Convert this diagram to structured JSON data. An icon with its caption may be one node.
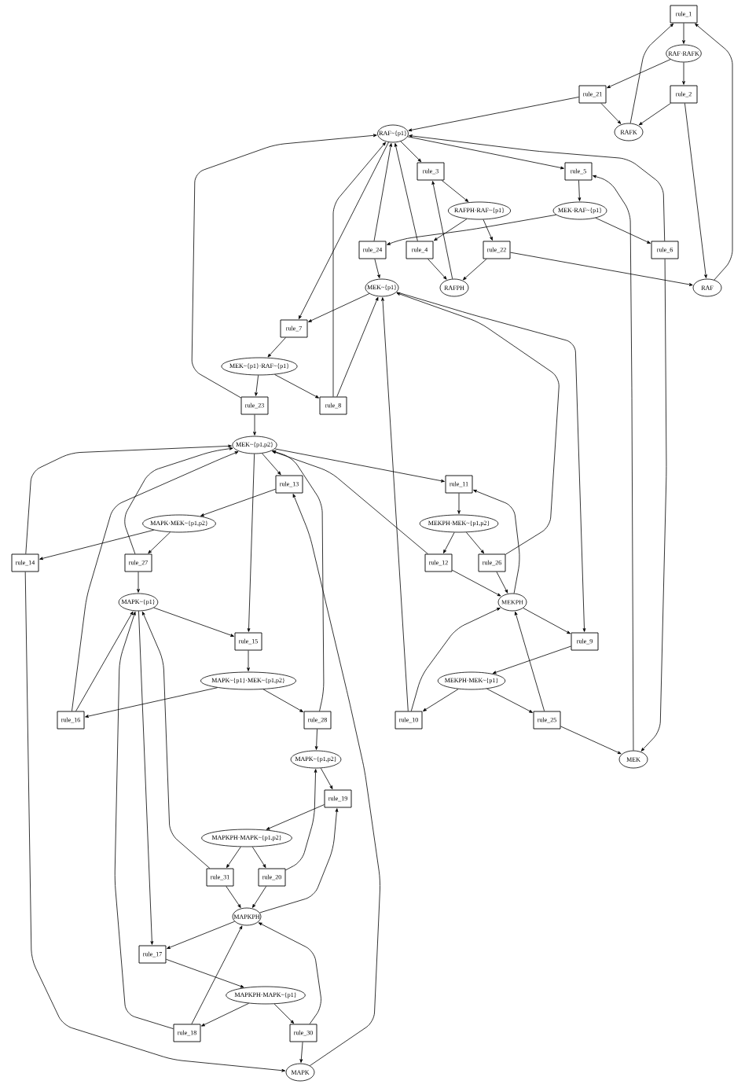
{
  "diagram": {
    "nodes": [
      {
        "text": [
          "rule_1"
        ]
      },
      {
        "text": [
          "RAF·RAFK"
        ]
      },
      {
        "text": [
          "rule_21"
        ]
      },
      {
        "text": [
          "rule_2"
        ]
      },
      {
        "text": [
          "RAF~{p1}"
        ]
      },
      {
        "text": [
          "RAFK"
        ]
      },
      {
        "text": [
          "rule_3"
        ]
      },
      {
        "text": [
          "rule_5"
        ]
      },
      {
        "text": [
          "RAFPH·RAF~{p1}"
        ]
      },
      {
        "text": [
          "MEK·RAF~{p1}"
        ]
      },
      {
        "text": [
          "rule_24"
        ]
      },
      {
        "text": [
          "rule_4"
        ]
      },
      {
        "text": [
          "rule_22"
        ]
      },
      {
        "text": [
          "rule_6"
        ]
      },
      {
        "text": [
          "MEK~{p1}"
        ]
      },
      {
        "text": [
          "RAFPH"
        ]
      },
      {
        "text": [
          "RAF"
        ]
      },
      {
        "text": [
          "rule_7"
        ]
      },
      {
        "text": [
          "MEK~{p1}·RAF~{p1}"
        ]
      },
      {
        "text": [
          "rule_23"
        ]
      },
      {
        "text": [
          "rule_8"
        ]
      },
      {
        "text": [
          "MEK~{p1,p2}"
        ]
      },
      {
        "text": [
          "rule_13"
        ]
      },
      {
        "text": [
          "rule_11"
        ]
      },
      {
        "text": [
          "MAPK·MEK~{p1,p2}"
        ]
      },
      {
        "text": [
          "MEKPH·MEK~{p1,p2}"
        ]
      },
      {
        "text": [
          "rule_14"
        ]
      },
      {
        "text": [
          "rule_27"
        ]
      },
      {
        "text": [
          "rule_12"
        ]
      },
      {
        "text": [
          "rule_26"
        ]
      },
      {
        "text": [
          "MAPK~{p1}"
        ]
      },
      {
        "text": [
          "MEKPH"
        ]
      },
      {
        "text": [
          "rule_15"
        ]
      },
      {
        "text": [
          "rule_9"
        ]
      },
      {
        "text": [
          "MAPK~{p1}·MEK~{p1,p2}"
        ]
      },
      {
        "text": [
          "MEKPH·MEK~{p1}"
        ]
      },
      {
        "text": [
          "rule_16"
        ]
      },
      {
        "text": [
          "rule_28"
        ]
      },
      {
        "text": [
          "rule_10"
        ]
      },
      {
        "text": [
          "rule_25"
        ]
      },
      {
        "text": [
          "MAPK~{p1,p2}"
        ]
      },
      {
        "text": [
          "MEK"
        ]
      },
      {
        "text": [
          "rule_19"
        ]
      },
      {
        "text": [
          "MAPKPH·MAPK~{p1,p2}"
        ]
      },
      {
        "text": [
          "rule_31"
        ]
      },
      {
        "text": [
          "rule_20"
        ]
      },
      {
        "text": [
          "MAPKPH"
        ]
      },
      {
        "text": [
          "rule_17"
        ]
      },
      {
        "text": [
          "MAPKPH·MAPK~{p1}"
        ]
      },
      {
        "text": [
          "rule_18"
        ]
      },
      {
        "text": [
          "rule_30"
        ]
      },
      {
        "text": [
          "MAPK"
        ]
      }
    ],
    "edges": [
      {
        "from": 0,
        "to": 1,
        "arrow": "to"
      },
      {
        "from": 1,
        "to": 2,
        "arrow": "to"
      },
      {
        "from": 1,
        "to": 3,
        "arrow": "to"
      },
      {
        "from": 2,
        "to": 5,
        "arrow": "to"
      },
      {
        "from": 2,
        "to": 4,
        "arrow": "to"
      },
      {
        "from": 3,
        "to": 5,
        "arrow": "to"
      },
      {
        "from": 3,
        "to": 16,
        "arrow": "to"
      },
      {
        "from": 5,
        "to": 0,
        "arrow": "to"
      },
      {
        "from": 16,
        "to": 0,
        "arrow": "to"
      },
      {
        "from": 4,
        "to": 6,
        "arrow": "to"
      },
      {
        "from": 4,
        "to": 7,
        "arrow": "to"
      },
      {
        "from": 4,
        "to": 17,
        "arrow": "to"
      },
      {
        "from": 6,
        "to": 8,
        "arrow": "to"
      },
      {
        "from": 15,
        "to": 6,
        "arrow": "to"
      },
      {
        "from": 41,
        "to": 7,
        "arrow": "to"
      },
      {
        "from": 7,
        "to": 9,
        "arrow": "to"
      },
      {
        "from": 8,
        "to": 11,
        "arrow": "to"
      },
      {
        "from": 8,
        "to": 12,
        "arrow": "to"
      },
      {
        "from": 9,
        "to": 10,
        "arrow": "to"
      },
      {
        "from": 9,
        "to": 13,
        "arrow": "to"
      },
      {
        "from": 10,
        "to": 4,
        "arrow": "to"
      },
      {
        "from": 10,
        "to": 14,
        "arrow": "to"
      },
      {
        "from": 11,
        "to": 4,
        "arrow": "to"
      },
      {
        "from": 11,
        "to": 15,
        "arrow": "to"
      },
      {
        "from": 12,
        "to": 15,
        "arrow": "to"
      },
      {
        "from": 12,
        "to": 16,
        "arrow": "to"
      },
      {
        "from": 13,
        "to": 4,
        "arrow": "to"
      },
      {
        "from": 13,
        "to": 41,
        "arrow": "to"
      },
      {
        "from": 14,
        "to": 17,
        "arrow": "to"
      },
      {
        "from": 14,
        "to": 33,
        "arrow": "to"
      },
      {
        "from": 17,
        "to": 18,
        "arrow": "to"
      },
      {
        "from": 18,
        "to": 19,
        "arrow": "to"
      },
      {
        "from": 18,
        "to": 20,
        "arrow": "to"
      },
      {
        "from": 19,
        "to": 21,
        "arrow": "to"
      },
      {
        "from": 19,
        "to": 4,
        "arrow": "to"
      },
      {
        "from": 20,
        "to": 14,
        "arrow": "to"
      },
      {
        "from": 20,
        "to": 4,
        "arrow": "to"
      },
      {
        "from": 21,
        "to": 22,
        "arrow": "to"
      },
      {
        "from": 21,
        "to": 23,
        "arrow": "to"
      },
      {
        "from": 21,
        "to": 32,
        "arrow": "to"
      },
      {
        "from": 51,
        "to": 22,
        "arrow": "to"
      },
      {
        "from": 22,
        "to": 24,
        "arrow": "to"
      },
      {
        "from": 31,
        "to": 23,
        "arrow": "to"
      },
      {
        "from": 23,
        "to": 25,
        "arrow": "to"
      },
      {
        "from": 24,
        "to": 26,
        "arrow": "to"
      },
      {
        "from": 24,
        "to": 27,
        "arrow": "to"
      },
      {
        "from": 25,
        "to": 28,
        "arrow": "to"
      },
      {
        "from": 25,
        "to": 29,
        "arrow": "to"
      },
      {
        "from": 26,
        "to": 21,
        "arrow": "to"
      },
      {
        "from": 26,
        "to": 51,
        "arrow": "to"
      },
      {
        "from": 27,
        "to": 21,
        "arrow": "to"
      },
      {
        "from": 27,
        "to": 30,
        "arrow": "to"
      },
      {
        "from": 28,
        "to": 21,
        "arrow": "to"
      },
      {
        "from": 28,
        "to": 31,
        "arrow": "to"
      },
      {
        "from": 29,
        "to": 31,
        "arrow": "to"
      },
      {
        "from": 29,
        "to": 14,
        "arrow": "to"
      },
      {
        "from": 30,
        "to": 32,
        "arrow": "to"
      },
      {
        "from": 30,
        "to": 47,
        "arrow": "to"
      },
      {
        "from": 31,
        "to": 33,
        "arrow": "to"
      },
      {
        "from": 32,
        "to": 34,
        "arrow": "to"
      },
      {
        "from": 33,
        "to": 35,
        "arrow": "to"
      },
      {
        "from": 34,
        "to": 36,
        "arrow": "to"
      },
      {
        "from": 34,
        "to": 37,
        "arrow": "to"
      },
      {
        "from": 35,
        "to": 38,
        "arrow": "to"
      },
      {
        "from": 35,
        "to": 39,
        "arrow": "to"
      },
      {
        "from": 36,
        "to": 21,
        "arrow": "to"
      },
      {
        "from": 36,
        "to": 30,
        "arrow": "to"
      },
      {
        "from": 37,
        "to": 40,
        "arrow": "to"
      },
      {
        "from": 37,
        "to": 21,
        "arrow": "to"
      },
      {
        "from": 38,
        "to": 31,
        "arrow": "to"
      },
      {
        "from": 38,
        "to": 14,
        "arrow": "to"
      },
      {
        "from": 39,
        "to": 31,
        "arrow": "to"
      },
      {
        "from": 39,
        "to": 41,
        "arrow": "to"
      },
      {
        "from": 40,
        "to": 42,
        "arrow": "to"
      },
      {
        "from": 46,
        "to": 42,
        "arrow": "to"
      },
      {
        "from": 42,
        "to": 43,
        "arrow": "to"
      },
      {
        "from": 43,
        "to": 44,
        "arrow": "to"
      },
      {
        "from": 43,
        "to": 45,
        "arrow": "to"
      },
      {
        "from": 44,
        "to": 46,
        "arrow": "to"
      },
      {
        "from": 44,
        "to": 30,
        "arrow": "to"
      },
      {
        "from": 45,
        "to": 46,
        "arrow": "to"
      },
      {
        "from": 45,
        "to": 40,
        "arrow": "to"
      },
      {
        "from": 46,
        "to": 47,
        "arrow": "to"
      },
      {
        "from": 47,
        "to": 48,
        "arrow": "to"
      },
      {
        "from": 48,
        "to": 49,
        "arrow": "to"
      },
      {
        "from": 48,
        "to": 50,
        "arrow": "to"
      },
      {
        "from": 49,
        "to": 46,
        "arrow": "to"
      },
      {
        "from": 49,
        "to": 30,
        "arrow": "to"
      },
      {
        "from": 50,
        "to": 46,
        "arrow": "to"
      },
      {
        "from": 50,
        "to": 51,
        "arrow": "to"
      }
    ]
  }
}
